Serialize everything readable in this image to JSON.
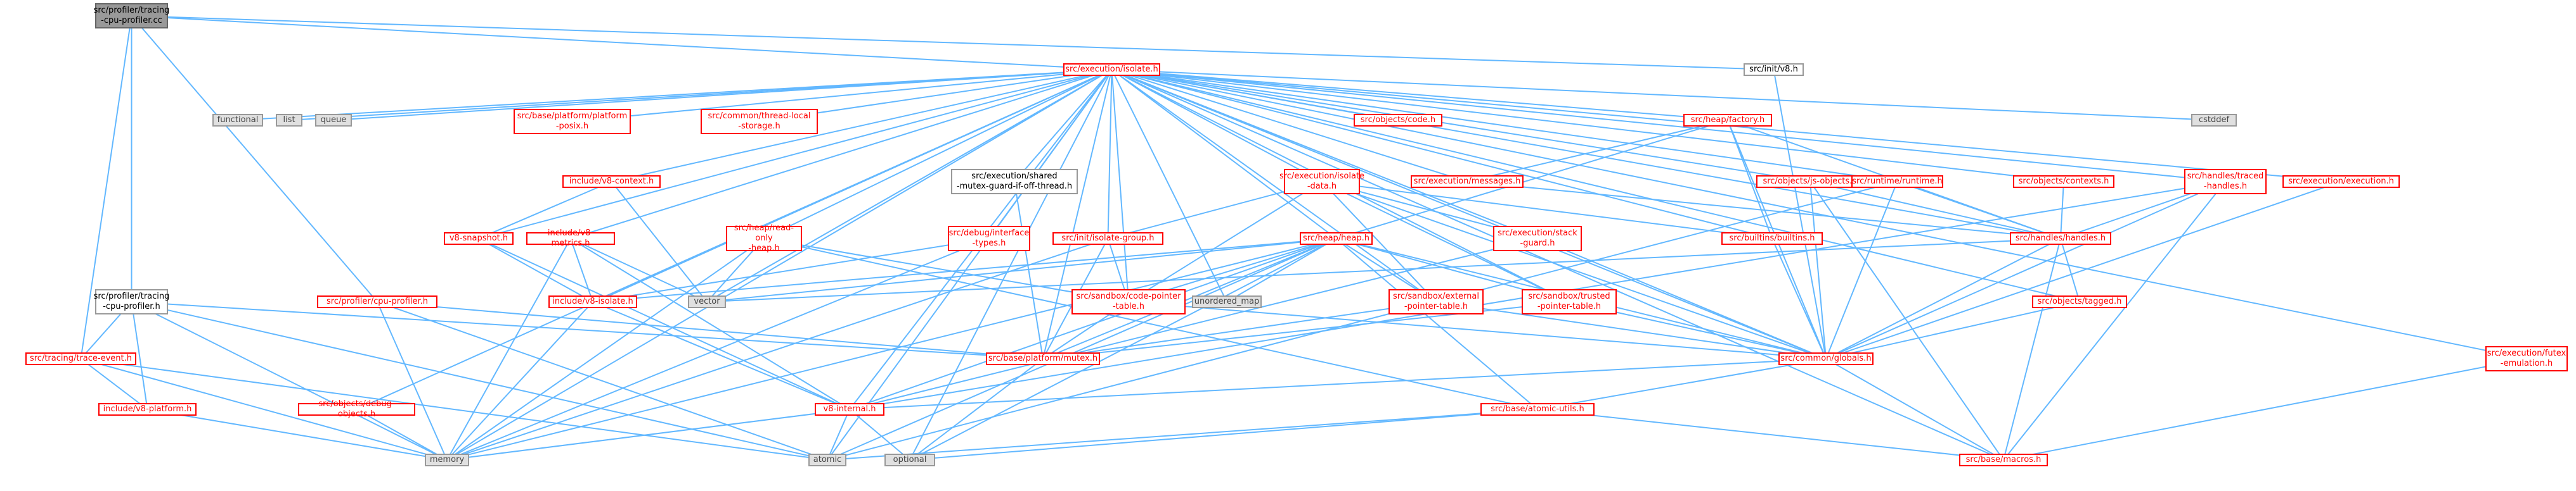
{
  "colors": {
    "edge": "#63b8ff",
    "node_border": "#999999",
    "missing_file": "#ff0000",
    "root_fill": "#999999",
    "std_fill": "#e0e0e0"
  },
  "nodes": [
    {
      "id": "root",
      "label": "src/profiler/tracing\n-cpu-profiler.cc",
      "kind": "root"
    },
    {
      "id": "isolate_h",
      "label": "src/execution/isolate.h",
      "kind": "red"
    },
    {
      "id": "init_v8",
      "label": "src/init/v8.h",
      "kind": "plain"
    },
    {
      "id": "functional",
      "label": "functional",
      "kind": "std"
    },
    {
      "id": "list",
      "label": "list",
      "kind": "std"
    },
    {
      "id": "queue",
      "label": "queue",
      "kind": "std"
    },
    {
      "id": "cstddef",
      "label": "cstddef",
      "kind": "std"
    },
    {
      "id": "platform_posix",
      "label": "src/base/platform/platform\n-posix.h",
      "kind": "red"
    },
    {
      "id": "thread_local",
      "label": "src/common/thread-local\n-storage.h",
      "kind": "red"
    },
    {
      "id": "objects_code",
      "label": "src/objects/code.h",
      "kind": "red"
    },
    {
      "id": "heap_factory",
      "label": "src/heap/factory.h",
      "kind": "red"
    },
    {
      "id": "handles_traced",
      "label": "src/handles/traced\n-handles.h",
      "kind": "red"
    },
    {
      "id": "include_v8_context",
      "label": "include/v8-context.h",
      "kind": "red"
    },
    {
      "id": "shared_mutex",
      "label": "src/execution/shared\n-mutex-guard-if-off-thread.h",
      "kind": "plain"
    },
    {
      "id": "isolate_data",
      "label": "src/execution/isolate\n-data.h",
      "kind": "red"
    },
    {
      "id": "exec_messages",
      "label": "src/execution/messages.h",
      "kind": "red"
    },
    {
      "id": "js_objects",
      "label": "src/objects/js-objects.h",
      "kind": "red"
    },
    {
      "id": "runtime_h",
      "label": "src/runtime/runtime.h",
      "kind": "red"
    },
    {
      "id": "objects_contexts",
      "label": "src/objects/contexts.h",
      "kind": "red"
    },
    {
      "id": "exec_execution",
      "label": "src/execution/execution.h",
      "kind": "red"
    },
    {
      "id": "v8_snapshot",
      "label": "v8-snapshot.h",
      "kind": "red"
    },
    {
      "id": "v8_metrics",
      "label": "include/v8-metrics.h",
      "kind": "red"
    },
    {
      "id": "heap_readonly",
      "label": "src/heap/read-only\n-heap.h",
      "kind": "red"
    },
    {
      "id": "debug_interface",
      "label": "src/debug/interface\n-types.h",
      "kind": "red"
    },
    {
      "id": "isolate_group",
      "label": "src/init/isolate-group.h",
      "kind": "red"
    },
    {
      "id": "heap_heap",
      "label": "src/heap/heap.h",
      "kind": "red"
    },
    {
      "id": "exec_stack_guard",
      "label": "src/execution/stack\n-guard.h",
      "kind": "red"
    },
    {
      "id": "builtins_h",
      "label": "src/builtins/builtins.h",
      "kind": "red"
    },
    {
      "id": "handles_h",
      "label": "src/handles/handles.h",
      "kind": "red"
    },
    {
      "id": "tracing_cpu_profiler_h",
      "label": "src/profiler/tracing\n-cpu-profiler.h",
      "kind": "plain"
    },
    {
      "id": "cpu_profiler_h",
      "label": "src/profiler/cpu-profiler.h",
      "kind": "red"
    },
    {
      "id": "include_v8_isolate",
      "label": "include/v8-isolate.h",
      "kind": "red"
    },
    {
      "id": "vector",
      "label": "vector",
      "kind": "std"
    },
    {
      "id": "unordered_map",
      "label": "unordered_map",
      "kind": "std"
    },
    {
      "id": "code_pointer_table",
      "label": "src/sandbox/code-pointer\n-table.h",
      "kind": "red"
    },
    {
      "id": "external_pointer_table",
      "label": "src/sandbox/external\n-pointer-table.h",
      "kind": "red"
    },
    {
      "id": "trusted_pointer_table",
      "label": "src/sandbox/trusted\n-pointer-table.h",
      "kind": "red"
    },
    {
      "id": "objects_tagged",
      "label": "src/objects/tagged.h",
      "kind": "red"
    },
    {
      "id": "trace_event",
      "label": "src/tracing/trace-event.h",
      "kind": "red"
    },
    {
      "id": "platform_mutex",
      "label": "src/base/platform/mutex.h",
      "kind": "red"
    },
    {
      "id": "common_globals",
      "label": "src/common/globals.h",
      "kind": "red"
    },
    {
      "id": "futex_emulation",
      "label": "src/execution/futex\n-emulation.h",
      "kind": "red"
    },
    {
      "id": "include_v8_platform",
      "label": "include/v8-platform.h",
      "kind": "red"
    },
    {
      "id": "debug_objects",
      "label": "src/objects/debug-objects.h",
      "kind": "red"
    },
    {
      "id": "v8_internal",
      "label": "v8-internal.h",
      "kind": "red"
    },
    {
      "id": "atomic_utils",
      "label": "src/base/atomic-utils.h",
      "kind": "red"
    },
    {
      "id": "memory",
      "label": "memory",
      "kind": "std"
    },
    {
      "id": "atomic",
      "label": "atomic",
      "kind": "std"
    },
    {
      "id": "optional",
      "label": "optional",
      "kind": "std"
    },
    {
      "id": "base_macros",
      "label": "src/base/macros.h",
      "kind": "red"
    }
  ],
  "edges": [
    [
      "root",
      "isolate_h"
    ],
    [
      "root",
      "init_v8"
    ],
    [
      "root",
      "tracing_cpu_profiler_h"
    ],
    [
      "root",
      "cpu_profiler_h"
    ],
    [
      "root",
      "trace_event"
    ],
    [
      "isolate_h",
      "functional"
    ],
    [
      "isolate_h",
      "list"
    ],
    [
      "isolate_h",
      "queue"
    ],
    [
      "isolate_h",
      "cstddef"
    ],
    [
      "isolate_h",
      "platform_posix"
    ],
    [
      "isolate_h",
      "thread_local"
    ],
    [
      "isolate_h",
      "objects_code"
    ],
    [
      "isolate_h",
      "heap_factory"
    ],
    [
      "isolate_h",
      "handles_traced"
    ],
    [
      "isolate_h",
      "include_v8_context"
    ],
    [
      "isolate_h",
      "shared_mutex"
    ],
    [
      "isolate_h",
      "isolate_data"
    ],
    [
      "isolate_h",
      "exec_messages"
    ],
    [
      "isolate_h",
      "js_objects"
    ],
    [
      "isolate_h",
      "runtime_h"
    ],
    [
      "isolate_h",
      "objects_contexts"
    ],
    [
      "isolate_h",
      "exec_execution"
    ],
    [
      "isolate_h",
      "v8_snapshot"
    ],
    [
      "isolate_h",
      "v8_metrics"
    ],
    [
      "isolate_h",
      "heap_readonly"
    ],
    [
      "isolate_h",
      "debug_interface"
    ],
    [
      "isolate_h",
      "isolate_group"
    ],
    [
      "isolate_h",
      "heap_heap"
    ],
    [
      "isolate_h",
      "exec_stack_guard"
    ],
    [
      "isolate_h",
      "builtins_h"
    ],
    [
      "isolate_h",
      "handles_h"
    ],
    [
      "isolate_h",
      "include_v8_isolate"
    ],
    [
      "isolate_h",
      "unordered_map"
    ],
    [
      "isolate_h",
      "code_pointer_table"
    ],
    [
      "isolate_h",
      "external_pointer_table"
    ],
    [
      "isolate_h",
      "trusted_pointer_table"
    ],
    [
      "isolate_h",
      "objects_tagged"
    ],
    [
      "isolate_h",
      "platform_mutex"
    ],
    [
      "isolate_h",
      "common_globals"
    ],
    [
      "isolate_h",
      "futex_emulation"
    ],
    [
      "isolate_h",
      "debug_objects"
    ],
    [
      "isolate_h",
      "v8_internal"
    ],
    [
      "isolate_h",
      "memory"
    ],
    [
      "isolate_h",
      "atomic"
    ],
    [
      "isolate_h",
      "optional"
    ],
    [
      "isolate_h",
      "base_macros"
    ],
    [
      "isolate_h",
      "vector"
    ],
    [
      "init_v8",
      "common_globals"
    ],
    [
      "heap_factory",
      "exec_messages"
    ],
    [
      "heap_factory",
      "builtins_h"
    ],
    [
      "heap_factory",
      "handles_h"
    ],
    [
      "heap_factory",
      "heap_heap"
    ],
    [
      "heap_factory",
      "common_globals"
    ],
    [
      "handles_traced",
      "handles_h"
    ],
    [
      "handles_traced",
      "common_globals"
    ],
    [
      "handles_traced",
      "v8_internal"
    ],
    [
      "handles_traced",
      "base_macros"
    ],
    [
      "include_v8_context",
      "v8_snapshot"
    ],
    [
      "include_v8_context",
      "vector"
    ],
    [
      "shared_mutex",
      "platform_mutex"
    ],
    [
      "isolate_data",
      "builtins_h"
    ],
    [
      "isolate_data",
      "exec_stack_guard"
    ],
    [
      "isolate_data",
      "isolate_group"
    ],
    [
      "isolate_data",
      "external_pointer_table"
    ],
    [
      "isolate_data",
      "trusted_pointer_table"
    ],
    [
      "isolate_data",
      "code_pointer_table"
    ],
    [
      "isolate_data",
      "common_globals"
    ],
    [
      "exec_messages",
      "handles_h"
    ],
    [
      "js_objects",
      "handles_h"
    ],
    [
      "js_objects",
      "common_globals"
    ],
    [
      "js_objects",
      "base_macros"
    ],
    [
      "runtime_h",
      "handles_h"
    ],
    [
      "runtime_h",
      "common_globals"
    ],
    [
      "runtime_h",
      "atomic"
    ],
    [
      "objects_contexts",
      "handles_h"
    ],
    [
      "exec_execution",
      "common_globals"
    ],
    [
      "v8_snapshot",
      "include_v8_isolate"
    ],
    [
      "v8_snapshot",
      "v8_internal"
    ],
    [
      "v8_metrics",
      "include_v8_isolate"
    ],
    [
      "v8_metrics",
      "vector"
    ],
    [
      "v8_metrics",
      "v8_internal"
    ],
    [
      "v8_metrics",
      "memory"
    ],
    [
      "heap_readonly",
      "vector"
    ],
    [
      "heap_readonly",
      "code_pointer_table"
    ],
    [
      "heap_readonly",
      "memory"
    ],
    [
      "heap_readonly",
      "atomic_utils"
    ],
    [
      "debug_interface",
      "include_v8_isolate"
    ],
    [
      "debug_interface",
      "memory"
    ],
    [
      "isolate_group",
      "platform_mutex"
    ],
    [
      "isolate_group",
      "code_pointer_table"
    ],
    [
      "isolate_group",
      "memory"
    ],
    [
      "heap_heap",
      "vector"
    ],
    [
      "heap_heap",
      "unordered_map"
    ],
    [
      "heap_heap",
      "include_v8_isolate"
    ],
    [
      "heap_heap",
      "code_pointer_table"
    ],
    [
      "heap_heap",
      "external_pointer_table"
    ],
    [
      "heap_heap",
      "trusted_pointer_table"
    ],
    [
      "heap_heap",
      "platform_mutex"
    ],
    [
      "heap_heap",
      "common_globals"
    ],
    [
      "heap_heap",
      "v8_internal"
    ],
    [
      "heap_heap",
      "atomic_utils"
    ],
    [
      "heap_heap",
      "atomic"
    ],
    [
      "heap_heap",
      "optional"
    ],
    [
      "heap_heap",
      "memory"
    ],
    [
      "exec_stack_guard",
      "common_globals"
    ],
    [
      "exec_stack_guard",
      "v8_internal"
    ],
    [
      "builtins_h",
      "common_globals"
    ],
    [
      "handles_h",
      "objects_tagged"
    ],
    [
      "handles_h",
      "common_globals"
    ],
    [
      "handles_h",
      "base_macros"
    ],
    [
      "handles_h",
      "vector"
    ],
    [
      "tracing_cpu_profiler_h",
      "trace_event"
    ],
    [
      "tracing_cpu_profiler_h",
      "include_v8_platform"
    ],
    [
      "tracing_cpu_profiler_h",
      "platform_mutex"
    ],
    [
      "tracing_cpu_profiler_h",
      "memory"
    ],
    [
      "tracing_cpu_profiler_h",
      "atomic"
    ],
    [
      "cpu_profiler_h",
      "platform_mutex"
    ],
    [
      "cpu_profiler_h",
      "memory"
    ],
    [
      "cpu_profiler_h",
      "atomic"
    ],
    [
      "include_v8_isolate",
      "v8_internal"
    ],
    [
      "include_v8_isolate",
      "memory"
    ],
    [
      "code_pointer_table",
      "platform_mutex"
    ],
    [
      "code_pointer_table",
      "common_globals"
    ],
    [
      "external_pointer_table",
      "platform_mutex"
    ],
    [
      "external_pointer_table",
      "common_globals"
    ],
    [
      "trusted_pointer_table",
      "platform_mutex"
    ],
    [
      "trusted_pointer_table",
      "common_globals"
    ],
    [
      "objects_tagged",
      "common_globals"
    ],
    [
      "trace_event",
      "include_v8_platform"
    ],
    [
      "trace_event",
      "atomic"
    ],
    [
      "trace_event",
      "memory"
    ],
    [
      "platform_mutex",
      "optional"
    ],
    [
      "common_globals",
      "v8_internal"
    ],
    [
      "common_globals",
      "atomic_utils"
    ],
    [
      "common_globals",
      "base_macros"
    ],
    [
      "futex_emulation",
      "base_macros"
    ],
    [
      "include_v8_platform",
      "memory"
    ],
    [
      "debug_objects",
      "memory"
    ],
    [
      "v8_internal",
      "memory"
    ],
    [
      "v8_internal",
      "atomic"
    ],
    [
      "v8_internal",
      "optional"
    ],
    [
      "atomic_utils",
      "atomic"
    ],
    [
      "atomic_utils",
      "base_macros"
    ],
    [
      "atomic_utils",
      "optional"
    ]
  ]
}
